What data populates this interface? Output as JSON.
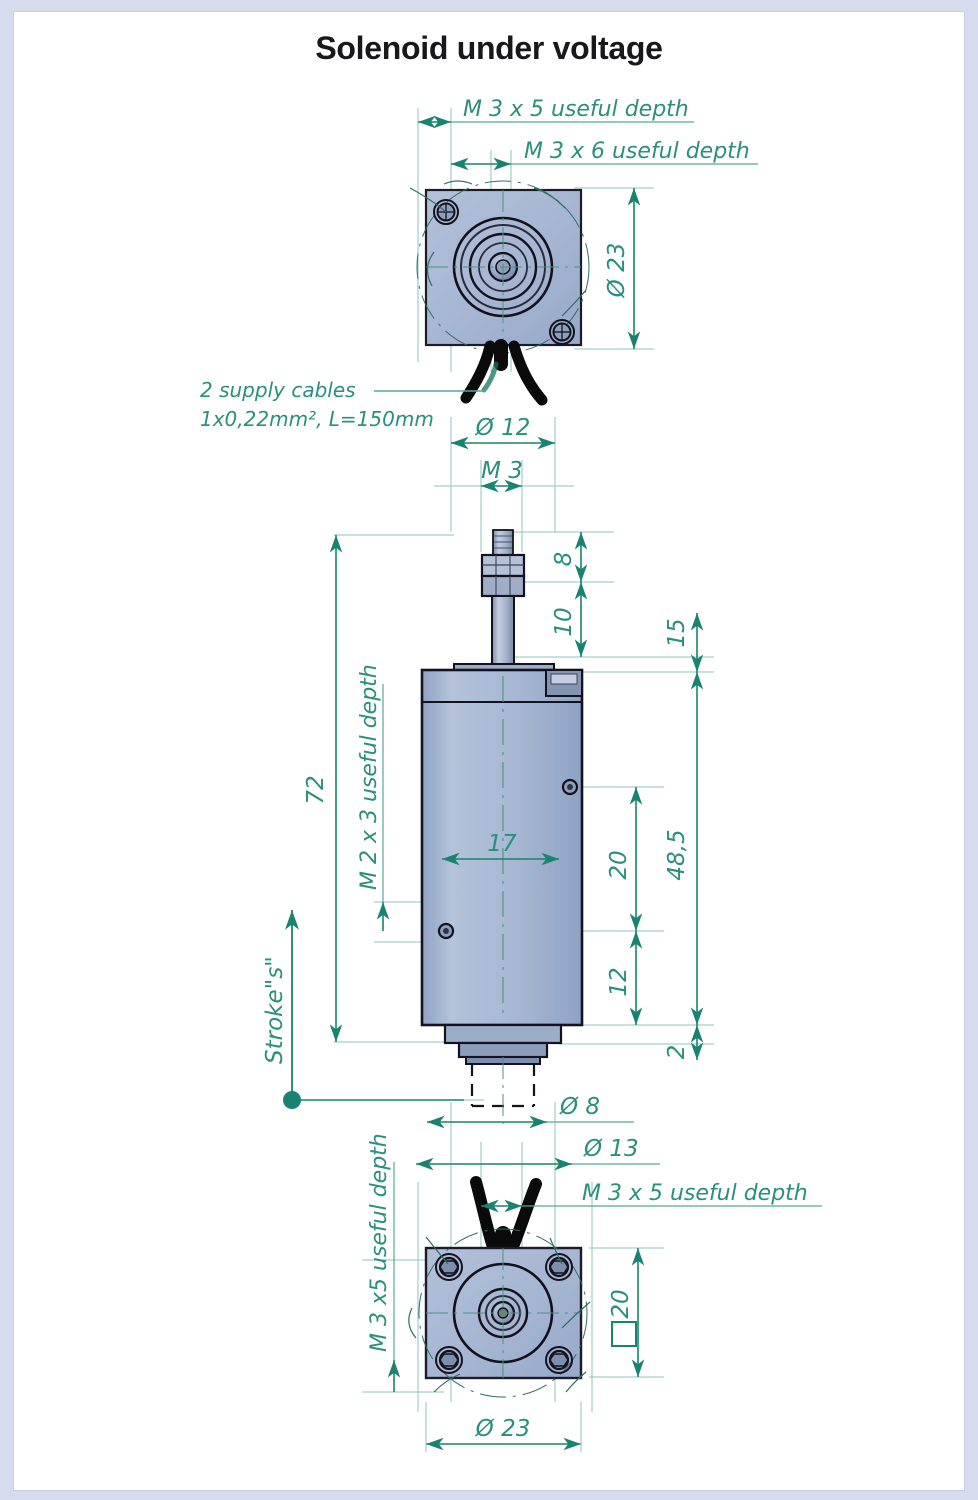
{
  "page": {
    "title": "Solenoid under voltage",
    "background_color": "#ffffff",
    "border_color": "#d6dbed",
    "annotation_color": "#2a8f7e",
    "body_fill_color": "#a8b8d4",
    "outline_color": "#1b1b2a",
    "cable_color": "#0a0a0a"
  },
  "drawing": {
    "type": "engineering-drawing",
    "views": [
      {
        "name": "top-view",
        "description": "square face with concentric bores and two visible fixing screws, cables exiting bottom"
      },
      {
        "name": "front-view",
        "description": "solenoid body with threaded plunger shaft, two hex nuts and stepped lower flange"
      },
      {
        "name": "bottom-view",
        "description": "square face with four corner fixing screws and concentric bores, cables exiting top"
      }
    ]
  },
  "annotations": {
    "top_thread_1": "M 3 x 5 useful depth",
    "top_thread_2": "M 3 x 6 useful depth",
    "cables_line1": "2 supply cables",
    "cables_line2": "1x0,22mm², L=150mm",
    "side_thread": "M 2 x 3 useful depth",
    "stroke": "Stroke\"s\"",
    "bottom_thread_left": "M 3 x5 useful depth",
    "bottom_thread_right": "M 3 x 5 useful depth"
  },
  "dimensions": {
    "top_view_diameter": "Ø 23",
    "shaft_diameter": "Ø 12",
    "shaft_thread": "M 3",
    "nut_height": "8",
    "shaft_length": "10",
    "shoulder": "15",
    "overall_length": "72",
    "body_width": "17",
    "hole_upper": "20",
    "hole_lower": "12",
    "body_length": "48,5",
    "flange_step": "2",
    "plunger_diameter": "Ø 8",
    "boss_diameter": "Ø 13",
    "bottom_square": "20",
    "bottom_view_diameter": "Ø 23"
  },
  "symbols": {
    "diameter": "Ø",
    "square": "□"
  }
}
